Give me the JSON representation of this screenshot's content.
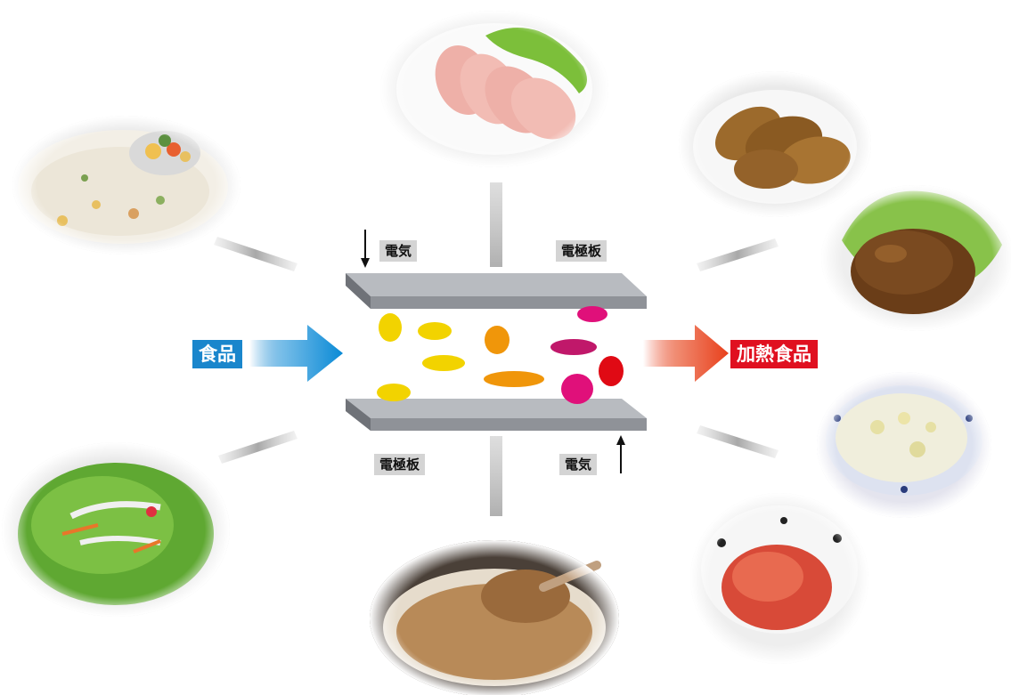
{
  "labels": {
    "electricity_top": "電気",
    "electrode_top": "電極板",
    "electrode_bottom": "電極板",
    "electricity_bottom": "電気",
    "food_in": "食品",
    "food_out": "加熱食品"
  },
  "colors": {
    "input_tag": "#1a86cc",
    "output_tag": "#e01020",
    "plate": "#8f9298",
    "connector": "#b5b5b5",
    "yellow": "#f2d300",
    "orange": "#f0960a",
    "magenta": "#e0107a",
    "purple": "#c0186a",
    "red": "#e00a14"
  },
  "food_images": [
    "cream-stew-plate",
    "sliced-ham-plate",
    "fried-chicken-plate",
    "hamburg-steak-plate",
    "salad-bowl",
    "meat-sauce-bowl",
    "cream-soup-bowl",
    "tomato-jelly-bowl"
  ]
}
